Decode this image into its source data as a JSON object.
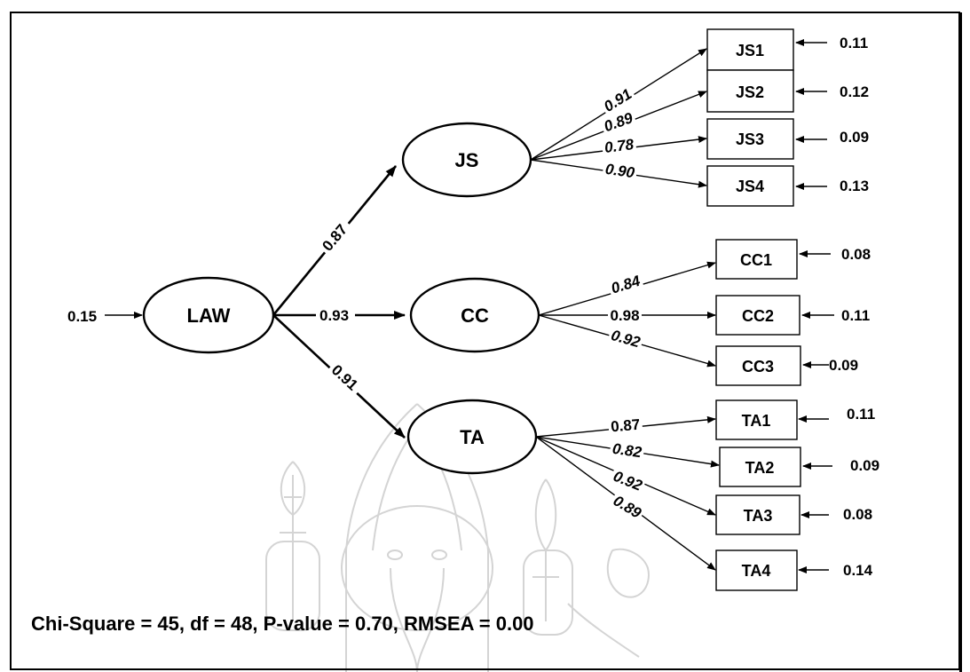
{
  "diagram": {
    "latent": {
      "law": "LAW",
      "js": "JS",
      "cc": "CC",
      "ta": "TA"
    },
    "law_error": "0.15",
    "structural": {
      "js": "0.87",
      "cc": "0.93",
      "ta": "0.91"
    },
    "js_items": [
      {
        "name": "JS1",
        "loading": "0.91",
        "error": "0.11"
      },
      {
        "name": "JS2",
        "loading": "0.89",
        "error": "0.12"
      },
      {
        "name": "JS3",
        "loading": "0.78",
        "error": "0.09"
      },
      {
        "name": "JS4",
        "loading": "0.90",
        "error": "0.13"
      }
    ],
    "cc_items": [
      {
        "name": "CC1",
        "loading": "0.84",
        "error": "0.08"
      },
      {
        "name": "CC2",
        "loading": "0.98",
        "error": "0.11"
      },
      {
        "name": "CC3",
        "loading": "0.92",
        "error": "0.09"
      }
    ],
    "ta_items": [
      {
        "name": "TA1",
        "loading": "0.87",
        "error": "0.11"
      },
      {
        "name": "TA2",
        "loading": "0.82",
        "error": "0.09"
      },
      {
        "name": "TA3",
        "loading": "0.92",
        "error": "0.08"
      },
      {
        "name": "TA4",
        "loading": "0.89",
        "error": "0.14"
      }
    ],
    "fit": "Chi-Square = 45, df = 48, P-value = 0.70, RMSEA = 0.00"
  }
}
